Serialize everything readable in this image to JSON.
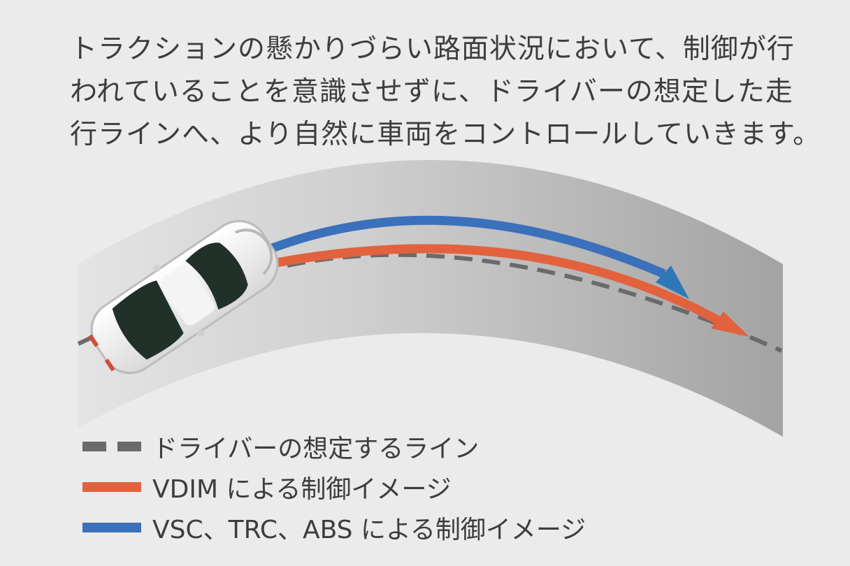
{
  "caption": {
    "lines": [
      "トラクションの懸かりづらい路面状況において、制御が行",
      "われていることを意識させずに、ドライバーの想定した走",
      "行ラインへ、より自然に車両をコントロールしていきます。"
    ]
  },
  "legend": {
    "items": [
      {
        "label": "ドライバーの想定するライン",
        "style": "dashed",
        "color": "#6a6a6a"
      },
      {
        "label": "VDIM による制御イメージ",
        "style": "solid",
        "color": "#e2623e"
      },
      {
        "label": "VSC、TRC、ABS による制御イメージ",
        "style": "solid",
        "color": "#3b70bb"
      }
    ]
  },
  "colors": {
    "background": "#ebebeb",
    "road_light": "#dcdcdc",
    "road_dark": "#a8a8a8",
    "driver_line": "#6a6a6a",
    "vdim": "#e2623e",
    "vsc_trc_abs": "#3b70bb",
    "car_body": "#f2f2f2",
    "car_glass": "#1f2b26"
  }
}
